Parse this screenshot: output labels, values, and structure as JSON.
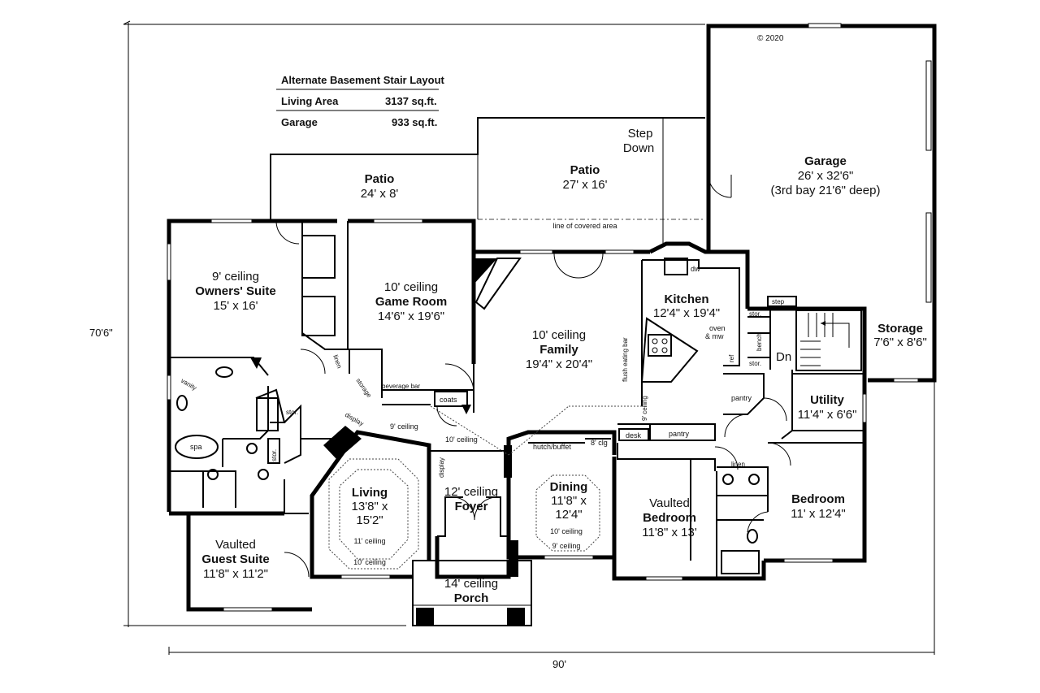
{
  "copyright": "© 2020",
  "summary": {
    "title": "Alternate Basement Stair Layout",
    "rows": [
      {
        "label": "Living Area",
        "value": "3137 sq.ft."
      },
      {
        "label": "Garage",
        "value": "933 sq.ft."
      }
    ]
  },
  "dimensions": {
    "overall_depth": "70'6\"",
    "overall_width": "90'"
  },
  "rooms": {
    "patio_left": {
      "name": "Patio",
      "size": "24' x 8'"
    },
    "patio_right": {
      "name": "Patio",
      "size": "27' x 16'"
    },
    "step_down": {
      "line1": "Step",
      "line2": "Down"
    },
    "garage": {
      "name": "Garage",
      "size": "26' x 32'6\"",
      "note": "(3rd bay 21'6\" deep)"
    },
    "covered_line": "line of covered area",
    "owners_suite": {
      "ceiling": "9' ceiling",
      "name": "Owners' Suite",
      "size": "15' x 16'"
    },
    "game_room": {
      "ceiling": "10' ceiling",
      "name": "Game Room",
      "size": "14'6\" x 19'6\""
    },
    "family": {
      "ceiling": "10' ceiling",
      "name": "Family",
      "size": "19'4\" x 20'4\""
    },
    "kitchen": {
      "name": "Kitchen",
      "size": "12'4\" x 19'4\""
    },
    "storage": {
      "name": "Storage",
      "size": "7'6\" x 8'6\""
    },
    "utility": {
      "name": "Utility",
      "size": "11'4\" x 6'6\""
    },
    "living": {
      "name": "Living",
      "size_line1": "13'8\" x",
      "size_line2": "15'2\"",
      "ceiling_inner": "11' ceiling",
      "ceiling_outer": "10' ceiling"
    },
    "foyer": {
      "ceiling": "12' ceiling",
      "name": "Foyer"
    },
    "dining": {
      "name": "Dining",
      "size_line1": "11'8\" x",
      "size_line2": "12'4\"",
      "ceiling_inner": "10' ceiling",
      "ceiling_outer": "9' ceiling"
    },
    "vaulted_bedroom": {
      "line1": "Vaulted",
      "name": "Bedroom",
      "size": "11'8\" x 13'"
    },
    "bedroom": {
      "name": "Bedroom",
      "size": "11' x 12'4\""
    },
    "guest_suite": {
      "line1": "Vaulted",
      "name": "Guest Suite",
      "size": "11'8\" x 11'2\""
    },
    "porch": {
      "ceiling": "14' ceiling",
      "name": "Porch"
    }
  },
  "labels": {
    "dw": "dw",
    "oven_mw_1": "oven",
    "oven_mw_2": "& mw",
    "ref": "ref",
    "stor_a": "stor.",
    "stor_b": "stor.",
    "stor_c": "stor.",
    "stor_d": "stor.",
    "bench": "bench",
    "step": "step",
    "dn": "Dn",
    "pantry_a": "pantry",
    "pantry_b": "pantry",
    "desk": "desk",
    "flush_bar": "flush eating bar",
    "nine_ceiling_v": "9' ceiling",
    "linen_a": "linen",
    "linen_b": "linen",
    "storage_small": "storage",
    "beverage_bar": "beverage bar",
    "coats": "coats",
    "nine_ceiling": "9' ceiling",
    "ten_ceiling": "10' ceiling",
    "display_a": "display",
    "display_b": "display",
    "hutch": "hutch/buffet",
    "eight_clg": "8' clg",
    "vanity": "vanity",
    "spa": "spa"
  }
}
